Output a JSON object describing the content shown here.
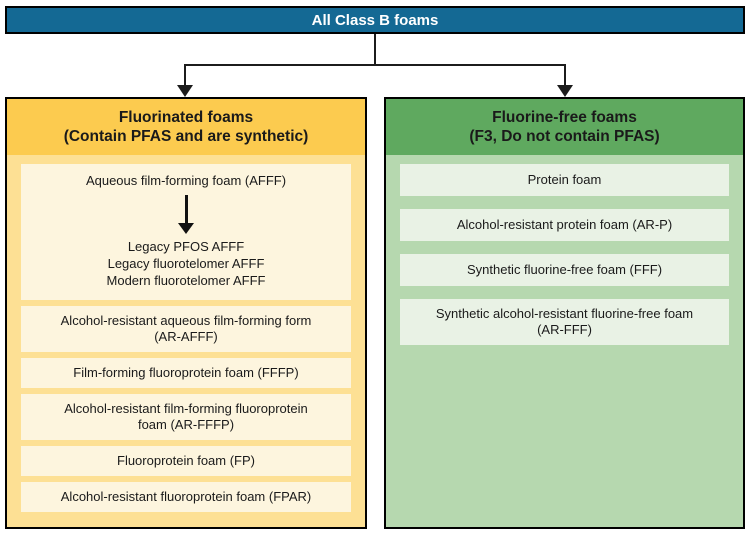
{
  "diagram": {
    "root": {
      "label": "All Class B foams"
    },
    "left": {
      "title": [
        "Fluorinated foams",
        "(Contain PFAS and are synthetic)"
      ],
      "afff": "Aqueous film-forming foam (AFFF)",
      "afff_variants": [
        "Legacy PFOS AFFF",
        "Legacy fluorotelomer AFFF",
        "Modern fluorotelomer AFFF"
      ],
      "ar_afff": [
        "Alcohol-resistant aqueous film-forming form",
        "(AR-AFFF)"
      ],
      "fffp": "Film-forming fluoroprotein foam (FFFP)",
      "ar_fffp": [
        "Alcohol-resistant film-forming fluoroprotein",
        "foam (AR-FFFP)"
      ],
      "fp": "Fluoroprotein foam (FP)",
      "fpar": "Alcohol-resistant fluoroprotein foam (FPAR)"
    },
    "right": {
      "title": [
        "Fluorine-free foams",
        "(F3, Do not contain PFAS)"
      ],
      "protein": "Protein foam",
      "ar_p": "Alcohol-resistant protein foam (AR-P)",
      "fff": "Synthetic fluorine-free foam (FFF)",
      "ar_fff": [
        "Synthetic alcohol-resistant fluorine-free foam",
        "(AR-FFF)"
      ]
    },
    "colors": {
      "root_fill": "#146994",
      "root_text": "#ffffff",
      "connector": "#1c1c1c",
      "left_header_fill": "#FCCB4F",
      "left_body_fill": "#FDE094",
      "left_item_fill": "#FDF5DE",
      "right_header_fill": "#5FA95F",
      "right_body_fill": "#B6D8AF",
      "right_item_fill": "#E9F2E5",
      "border": "#000000"
    }
  }
}
